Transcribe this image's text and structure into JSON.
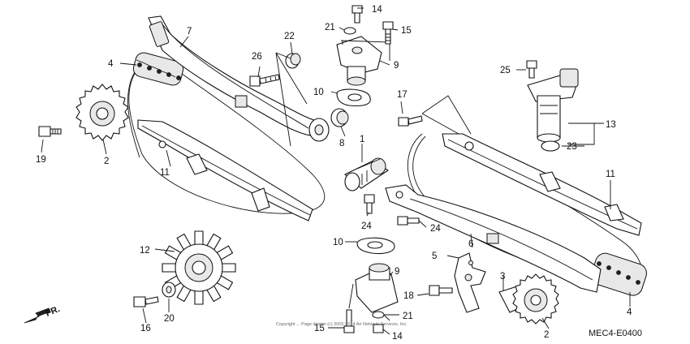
{
  "diagram_code": "MEC4-E0400",
  "direction_label": "FR.",
  "copyright_text": "Copyright ... Page design (c) 2002-2014 Ari Network Services, Inc.",
  "part_numbers": {
    "p1": "1",
    "p2a": "2",
    "p2b": "2",
    "p3": "3",
    "p4a": "4",
    "p4b": "4",
    "p5": "5",
    "p6": "6",
    "p7": "7",
    "p8": "8",
    "p9a": "9",
    "p9b": "9",
    "p10a": "10",
    "p10b": "10",
    "p11a": "11",
    "p11b": "11",
    "p12": "12",
    "p13": "13",
    "p14a": "14",
    "p14b": "14",
    "p15a": "15",
    "p15b": "15",
    "p16": "16",
    "p17": "17",
    "p18": "18",
    "p19": "19",
    "p20": "20",
    "p21a": "21",
    "p21b": "21",
    "p22": "22",
    "p23": "23",
    "p24a": "24",
    "p24b": "24",
    "p25": "25",
    "p26": "26"
  }
}
